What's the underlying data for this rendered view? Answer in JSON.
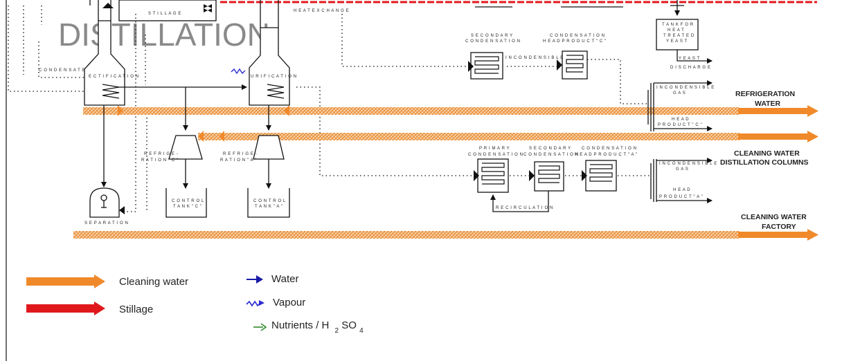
{
  "title": "DISTILLATION",
  "labels": {
    "stillage": "S T I L L A G E",
    "heat_exchange": "H E A T E X C H A N G E",
    "condensate": "C O N D E N S A T E",
    "rectification": "E C T I F I C A T I O N",
    "purification": "U R I F I C A T I O N",
    "tank_heat_line1": "T A N K  F O R",
    "tank_heat_line2": "H E A T",
    "tank_heat_line3": "T R E A T E D",
    "tank_heat_line4": "Y E A S T",
    "yeast_line1": "Y E A S T",
    "yeast_line2": "D I S C H A R G E",
    "sec_cond_top_line1": "S E C O N D A R Y",
    "sec_cond_top_line2": "C O N D E N S A T I O N",
    "cond_head_c_line1": "C O N D E N S A T I O N",
    "cond_head_c_line2": "H E A D  P R O D U C T \" C \"",
    "incondensible_top": "I N C O N D E N S I B L E",
    "incond_gas_top_line1": "I N C O N D E N S I B L E",
    "incond_gas_top_line2": "G A S",
    "head_c_line1": "H E A D",
    "head_c_line2": "P R O D U C T \" C \"",
    "refrig_c_line1": "R E F R I G E -",
    "refrig_c_line2": "R A T I O N \" C \"",
    "refrig_a_line1": "R E F R I G E -",
    "refrig_a_line2": "R A T I O N \" A \"",
    "primary_line1": "P R I M A R Y",
    "primary_line2": "C O N D E N S A T I O N",
    "sec_cond_bot_line1": "S E C O N D A R Y",
    "sec_cond_bot_line2": "C O N D E N S A T I O N",
    "cond_head_a_line1": "C O N D E N S A T I O N",
    "cond_head_a_line2": "H E A D  P R O D U C T \" A \"",
    "incond_gas_bot_line1": "I N C O N D E N S I B L E",
    "incond_gas_bot_line2": "G A S",
    "head_a_line1": "H E A D",
    "head_a_line2": "P R O D U C T \" A \"",
    "control_c_line1": "C O N T R O L",
    "control_c_line2": "T A N K \" C \"",
    "control_a_line1": "C O N T R O L",
    "control_a_line2": "T A N K \" A \"",
    "recirculation": "R E C I R C U L A T I O N",
    "separation": "S E P A R A T I O N"
  },
  "streams": {
    "refrigeration_line1": "REFRIGERATION",
    "refrigeration_line2": "WATER",
    "cleaning_dist_line1": "CLEANING WATER",
    "cleaning_dist_line2": "DISTILLATION COLUMNS",
    "cleaning_factory_line1": "CLEANING WATER",
    "cleaning_factory_line2": "FACTORY"
  },
  "legend": {
    "cleaning_water": "Cleaning water",
    "stillage": "Stillage",
    "water": "Water",
    "vapour": "Vapour",
    "nutrients_prefix": "Nutrients / H",
    "nutrients_sub1": "2",
    "nutrients_mid": "SO",
    "nutrients_sub2": "4"
  },
  "colors": {
    "cleaning_water": "#f0892a",
    "stillage": "#e0181c",
    "water": "#1a1aa8",
    "vapour": "#2a2ad0",
    "nutrients": "#2e8b2e",
    "title": "#8a8a8a"
  },
  "icons": {
    "water": "blue-arrow-icon",
    "vapour": "wavy-arrow-icon",
    "nutrients": "green-arrow-icon"
  }
}
